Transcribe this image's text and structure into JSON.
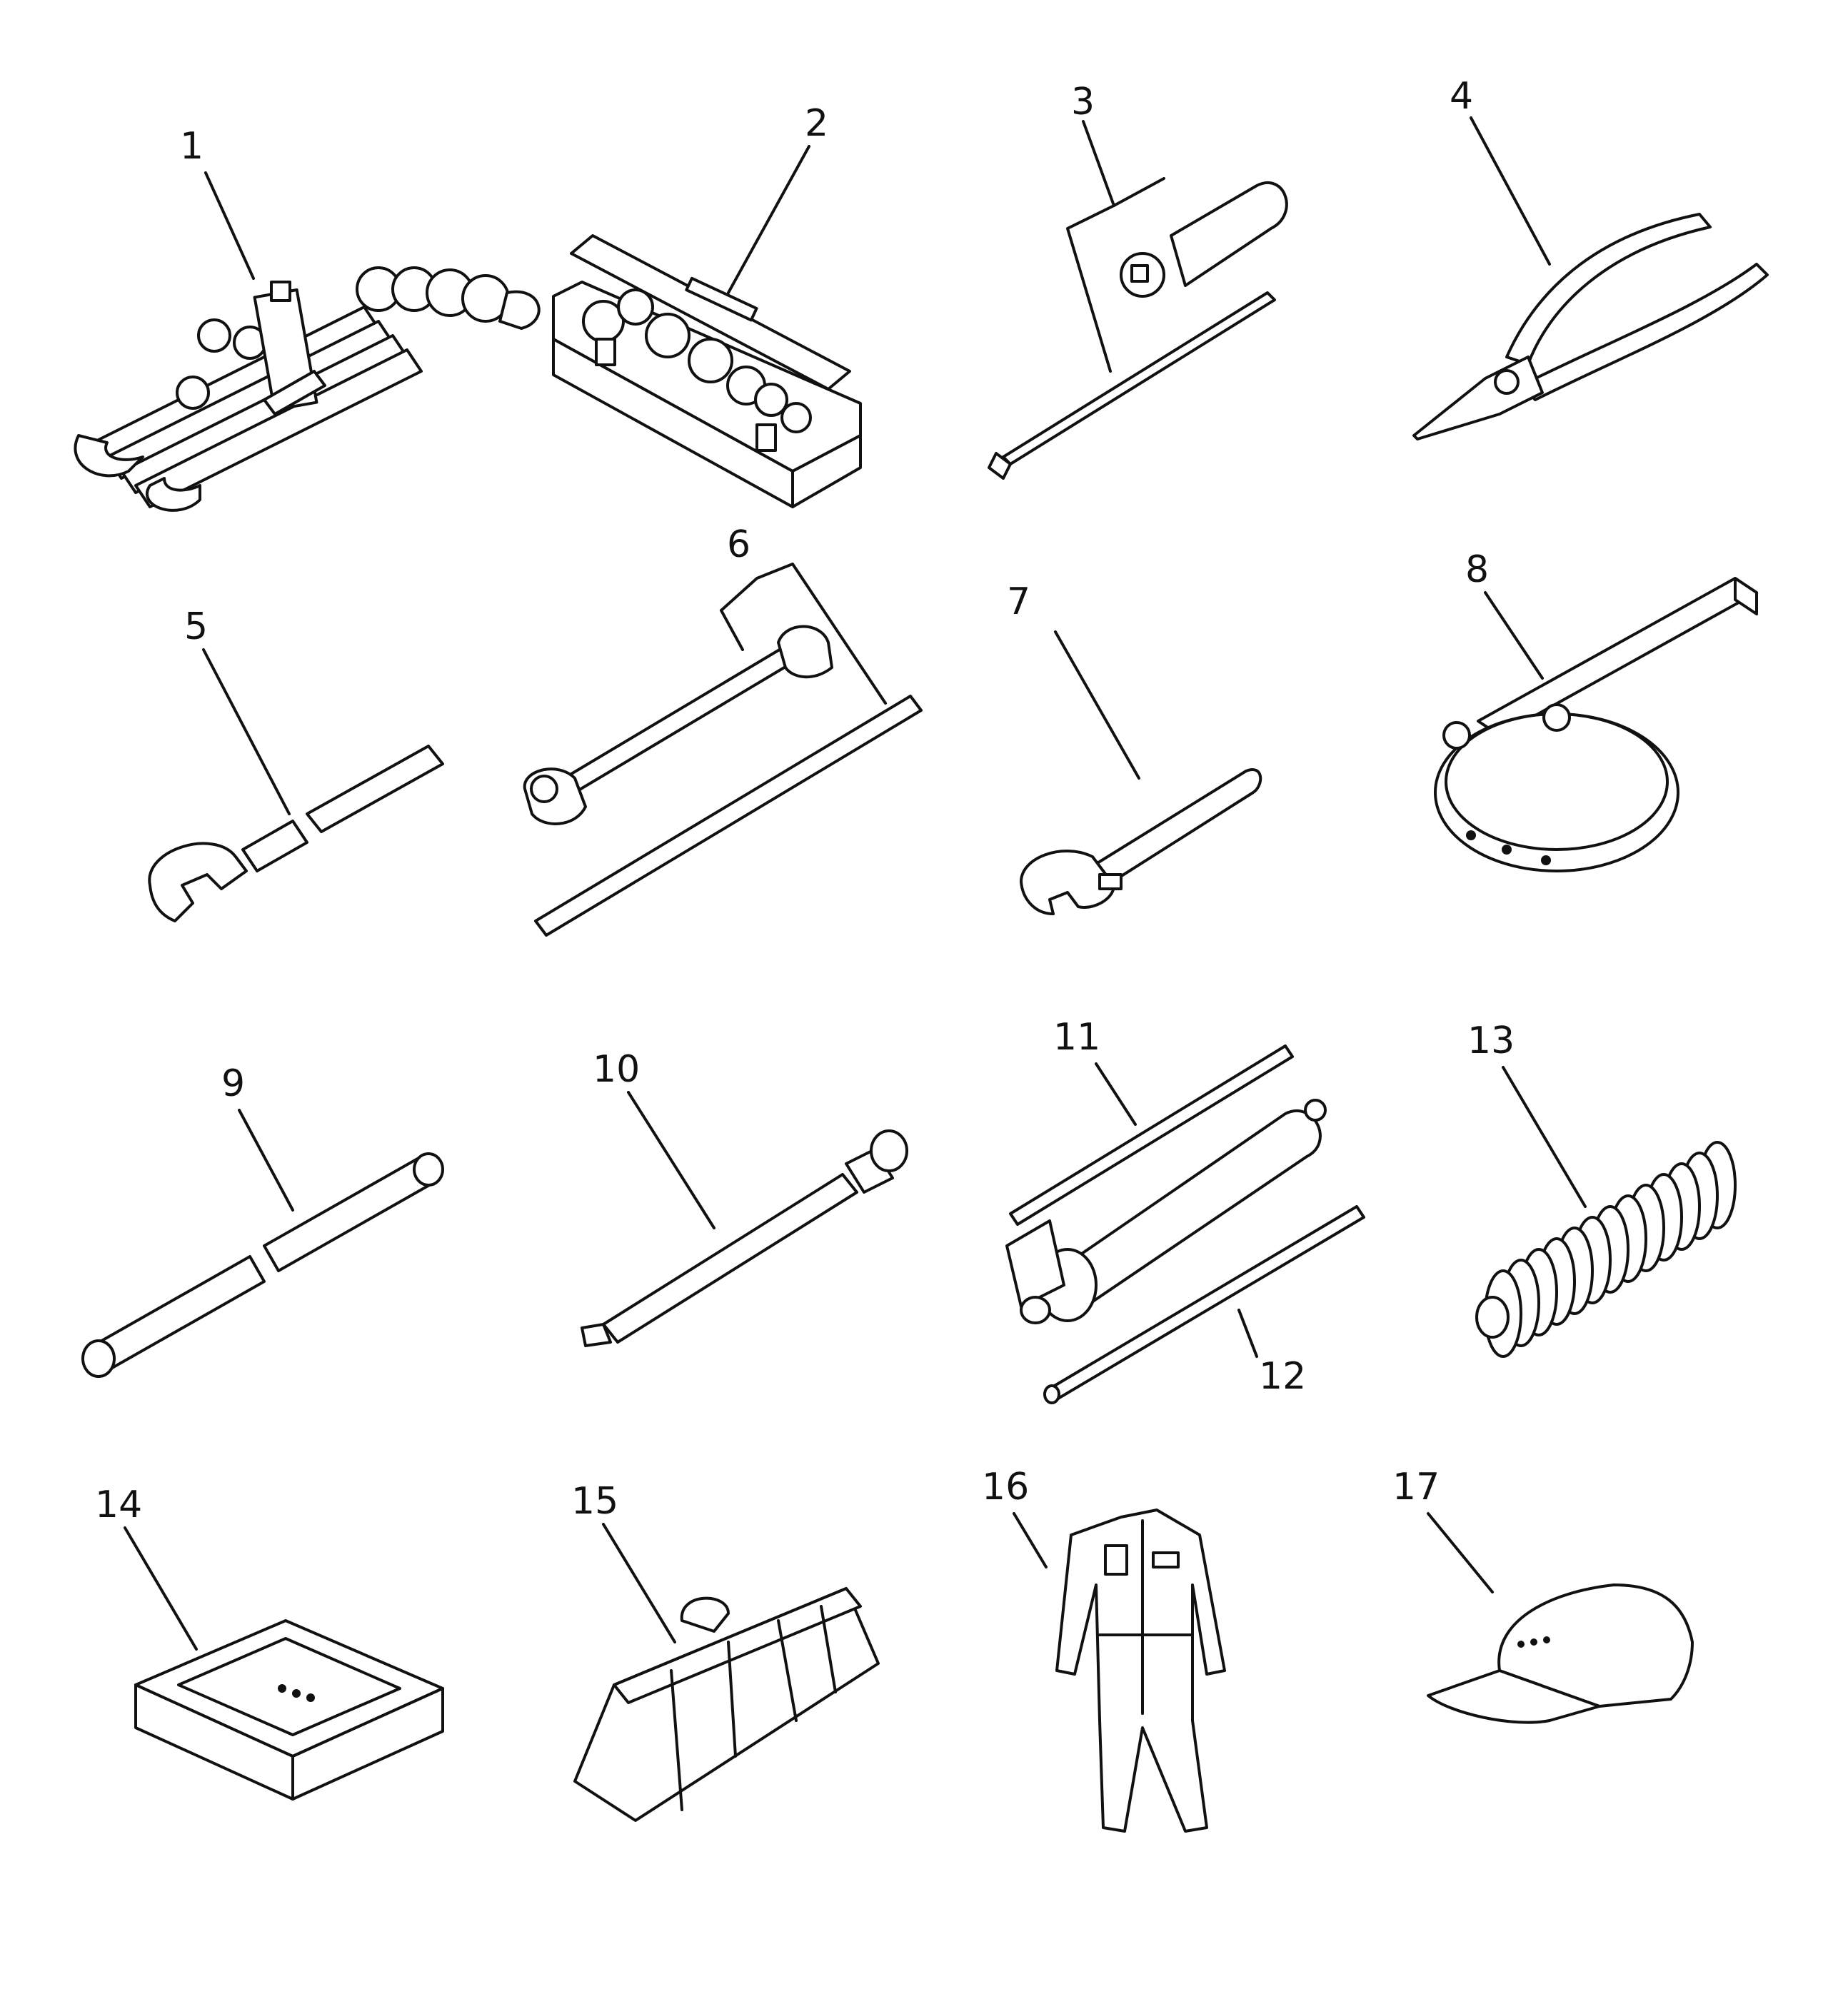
{
  "title": "",
  "callouts": [
    {
      "number": "1",
      "item": "combination-wrench-set"
    },
    {
      "number": "2",
      "item": "socket-set-case"
    },
    {
      "number": "3",
      "item": "screwdriver-set"
    },
    {
      "number": "4",
      "item": "pliers"
    },
    {
      "number": "5",
      "item": "spanner-with-extension"
    },
    {
      "number": "6",
      "item": "box-wrench-and-bar"
    },
    {
      "number": "7",
      "item": "adjustable-wrench"
    },
    {
      "number": "8",
      "item": "filter-wrench"
    },
    {
      "number": "9",
      "item": "extension-pipe"
    },
    {
      "number": "10",
      "item": "pry-bar"
    },
    {
      "number": "11",
      "item": "grease-gun"
    },
    {
      "number": "12",
      "item": "grease-gun-nozzle-pipe"
    },
    {
      "number": "13",
      "item": "grease-coil"
    },
    {
      "number": "14",
      "item": "manual-case"
    },
    {
      "number": "15",
      "item": "tool-bag"
    },
    {
      "number": "16",
      "item": "coveralls"
    },
    {
      "number": "17",
      "item": "cap"
    }
  ],
  "line_color": "#111111",
  "background_color": "#ffffff"
}
